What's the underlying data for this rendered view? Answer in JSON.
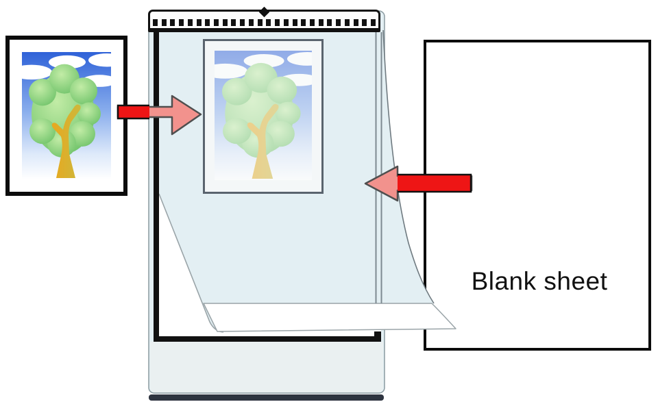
{
  "blank_sheet": {
    "label": "Blank sheet"
  },
  "carrier_sheet": {
    "dash_count": 26,
    "direction_mark": "diamond",
    "description_parts": [
      "patterned-header-strip",
      "transparent-pocket",
      "black-frame",
      "open-bottom-flap"
    ]
  },
  "documents": {
    "inserted_photo": "tree-photo",
    "photo_elements": [
      "sky",
      "clouds",
      "tree-canopy",
      "tree-trunk"
    ]
  },
  "arrows": [
    {
      "name": "insert-document-arrow",
      "direction": "right"
    },
    {
      "name": "insert-blank-sheet-arrow",
      "direction": "left"
    }
  ],
  "colors": {
    "arrow_red": "#ee1515",
    "arrow_red_tinted": "#f2928d",
    "arrow_outline": "#4f4f4f",
    "arrow_outline_strong": "#111111",
    "carrier_sheet_tint": "#e3eff3",
    "carrier_sheet_lower_tint": "#eaf0f1",
    "carrier_frame_black": "#111111",
    "carrier_edge_gray": "#7d8a90",
    "carrier_bottom_bar": "#2e3440",
    "page_background": "#ffffff",
    "border_black": "#0c0c0c",
    "muted_border_gray": "#5a646e",
    "label_color": "#111111",
    "sky_blue_top": "#2f62d8",
    "canopy_green": "#7cc973",
    "trunk_gold": "#e8a81f"
  }
}
